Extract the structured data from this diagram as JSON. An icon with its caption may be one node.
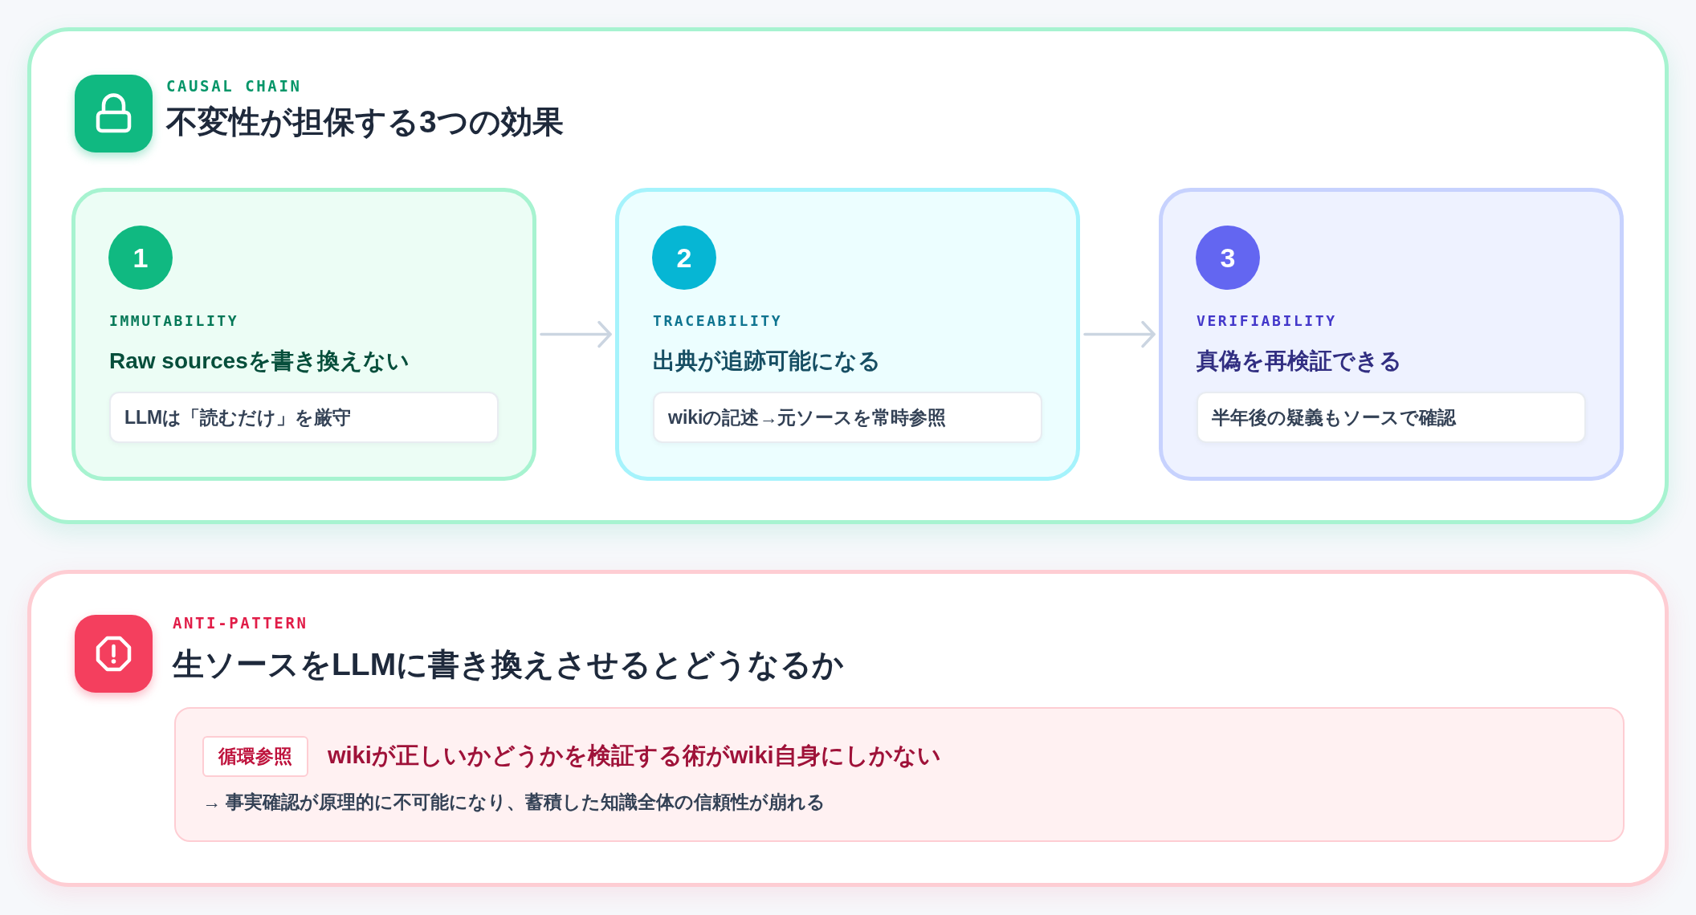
{
  "diagram": {
    "nodes": [
      {
        "text": [
          "CAUSAL CHAIN",
          "不変性が担保する3つの効果"
        ]
      },
      {
        "text": [
          "IMMUTABILITY",
          "Raw sourcesを書き換えない"
        ],
        "in": 0
      },
      {
        "text": [
          "1"
        ],
        "in": 1
      },
      {
        "text": [
          "LLMは「読むだけ」を厳守"
        ],
        "in": 1
      },
      {
        "text": [
          "TRACEABILITY",
          "出典が追跡可能になる"
        ],
        "in": 0
      },
      {
        "text": [
          "2"
        ],
        "in": 4
      },
      {
        "text": [
          "wikiの記述→元ソースを常時参照"
        ],
        "in": 4
      },
      {
        "text": [
          "VERIFIABILITY",
          "真偽を再検証できる"
        ],
        "in": 0
      },
      {
        "text": [
          "3"
        ],
        "in": 7
      },
      {
        "text": [
          "半年後の疑義もソースで確認"
        ],
        "in": 7
      },
      {
        "text": [
          "ANTI-PATTERN",
          "生ソースをLLMに書き換えさせるとどうなるか"
        ]
      },
      {
        "text": [
          "wikiが正しいかどうかを検証する術がwiki自身にしかない",
          "→ 事実確認が原理的に不可能になり、蓄積した知識全体の信頼性が崩れる"
        ],
        "in": 10
      },
      {
        "text": [
          "循環参照"
        ],
        "in": 11
      }
    ],
    "edges": [
      {
        "from": 1,
        "to": 4,
        "arrow": "to"
      },
      {
        "from": 4,
        "to": 7,
        "arrow": "to"
      }
    ]
  }
}
